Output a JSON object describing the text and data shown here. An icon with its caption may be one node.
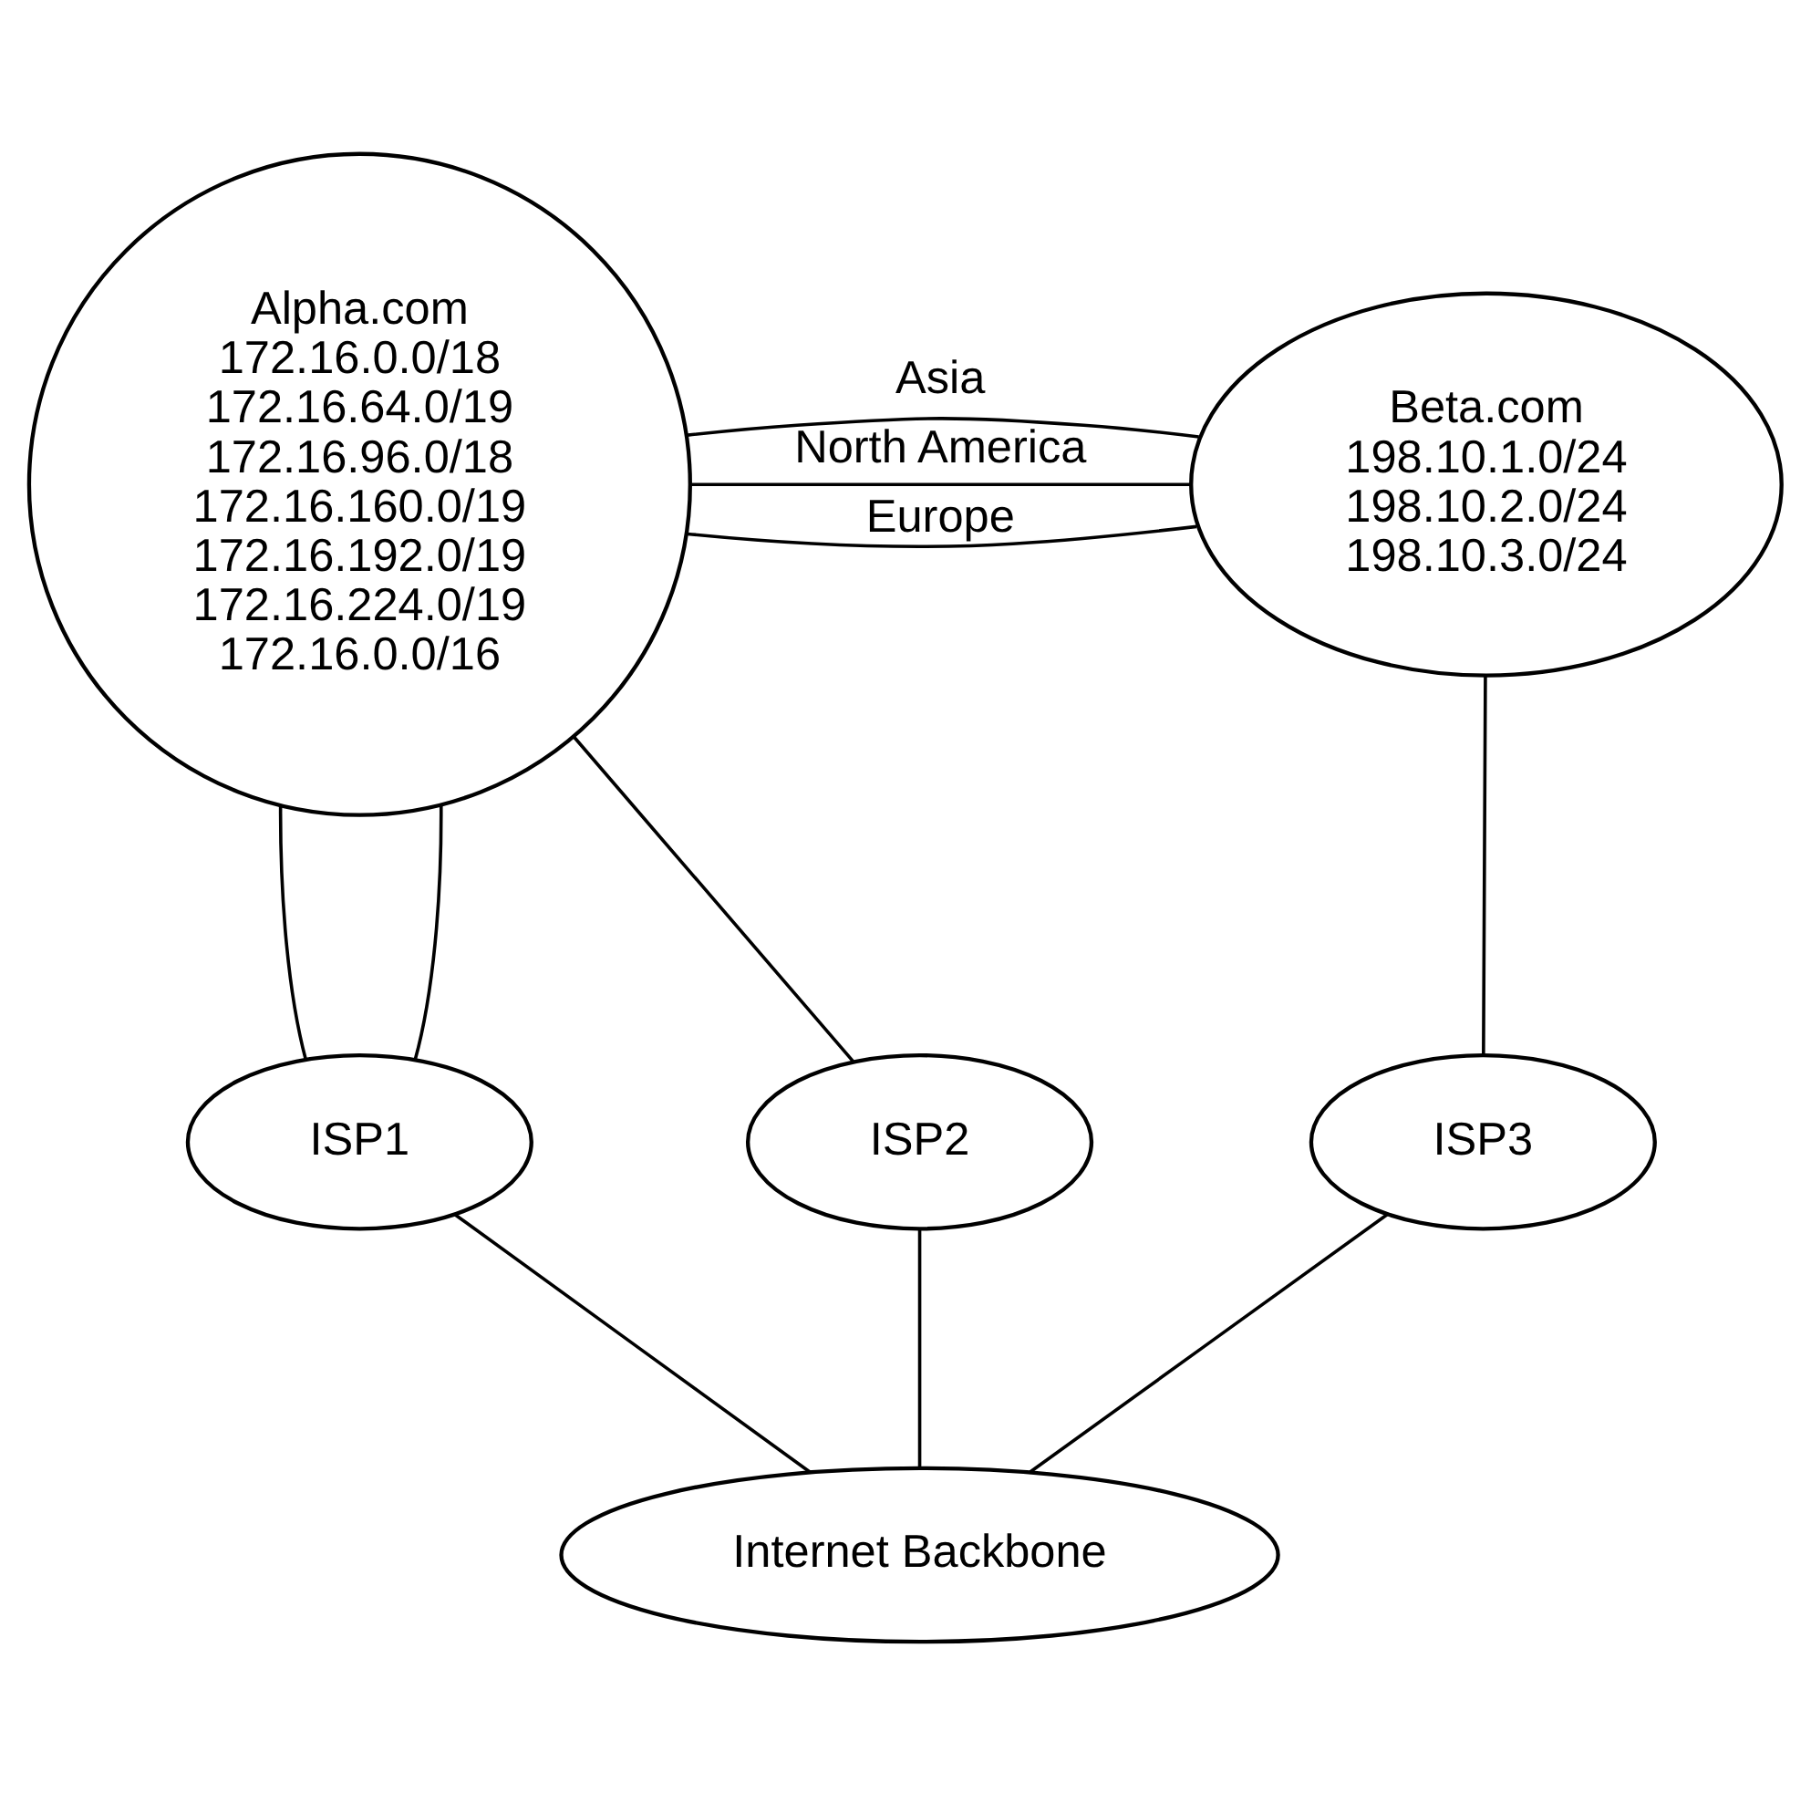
{
  "diagram": {
    "nodes": [
      {
        "text": [
          "Alpha.com",
          "172.16.0.0/18",
          "172.16.64.0/19",
          "172.16.96.0/18",
          "172.16.160.0/19",
          "172.16.192.0/19",
          "172.16.224.0/19",
          "172.16.0.0/16"
        ]
      },
      {
        "text": [
          "Beta.com",
          "198.10.1.0/24",
          "198.10.2.0/24",
          "198.10.3.0/24"
        ]
      },
      {
        "text": [
          "ISP1"
        ]
      },
      {
        "text": [
          "ISP2"
        ]
      },
      {
        "text": [
          "ISP3"
        ]
      },
      {
        "text": [
          "Internet Backbone"
        ]
      }
    ],
    "edges": [
      {
        "from": 0,
        "to": 1,
        "arrow": "none",
        "label": "North America"
      },
      {
        "from": 0,
        "to": 1,
        "arrow": "none",
        "label": "Europe"
      },
      {
        "from": 0,
        "to": 1,
        "arrow": "none",
        "label": "Asia"
      },
      {
        "from": 0,
        "to": 2,
        "arrow": "none"
      },
      {
        "from": 0,
        "to": 2,
        "arrow": "none"
      },
      {
        "from": 0,
        "to": 3,
        "arrow": "none"
      },
      {
        "from": 1,
        "to": 4,
        "arrow": "none"
      },
      {
        "from": 2,
        "to": 5,
        "arrow": "none"
      },
      {
        "from": 3,
        "to": 5,
        "arrow": "none"
      },
      {
        "from": 4,
        "to": 5,
        "arrow": "none"
      }
    ]
  }
}
